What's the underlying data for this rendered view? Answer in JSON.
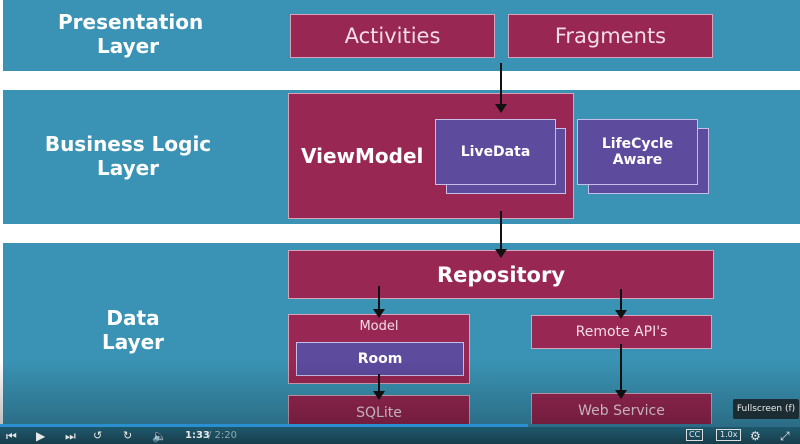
{
  "layers": {
    "presentation": {
      "label": "Presentation Layer",
      "items": [
        "Activities",
        "Fragments"
      ]
    },
    "business": {
      "label": "Business Logic Layer",
      "viewmodel": "ViewModel",
      "livedata": "LiveData",
      "lifecycle": "LifeCycle Aware"
    },
    "data": {
      "label": "Data Layer",
      "repository": "Repository",
      "model": "Model",
      "room": "Room",
      "sqlite": "SQLite",
      "remote_api": "Remote API's",
      "web_service": "Web Service"
    }
  },
  "player": {
    "current_time": "1:33",
    "duration": "/ 2:20",
    "progress_fraction": 0.66,
    "speed": "1.0x",
    "cc": "CC",
    "tooltip": "Fullscreen (f)",
    "icons": [
      "skip-back-icon",
      "play-icon",
      "skip-forward-icon",
      "rewind-10-icon",
      "forward-10-icon",
      "volume-icon",
      "cc-icon",
      "speed-icon",
      "settings-icon",
      "fullscreen-icon"
    ]
  },
  "colors": {
    "layer_bg": "#3a93b4",
    "box": "#992753",
    "inner_box": "#5d4b9e",
    "progress": "#2a8fd0"
  }
}
